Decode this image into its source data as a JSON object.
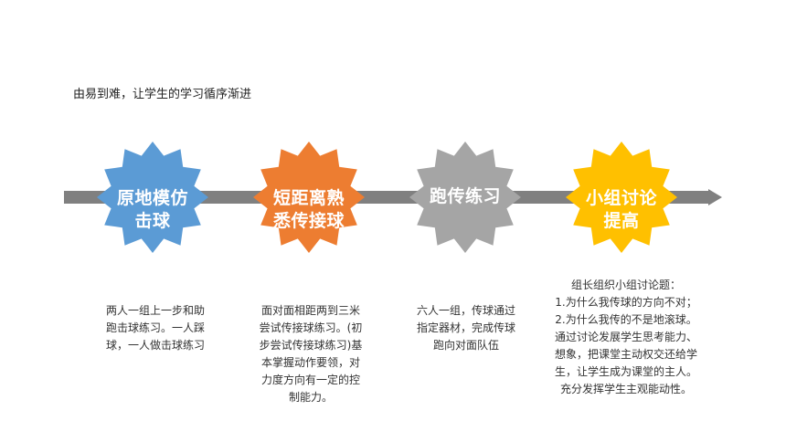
{
  "intro_text": "由易到难，让学生的学习循序渐进",
  "colors": {
    "arrow": "#808080",
    "steps": [
      "#5B9BD5",
      "#ED7D31",
      "#A5A5A5",
      "#FFC000"
    ]
  },
  "steps": [
    {
      "title": "原地模仿\n击球",
      "description": "两人一组上一步和助\n跑击球练习。一人踩\n球，一人做击球练习"
    },
    {
      "title": "短距离熟\n悉传接球",
      "description": "面对面相距两到三米\n尝试传接球练习。(初\n步尝试传接球练习)基\n本掌握动作要领，对\n力度方向有一定的控\n制能力。"
    },
    {
      "title": "跑传练习",
      "description": "六人一组，传球通过\n指定器材，完成传球\n跑向对面队伍"
    },
    {
      "title": "小组讨论\n提高",
      "description": "组长组织小组讨论题：\n1.为什么我传球的方向不对；\n2.为什么我传的不是地滚球。\n通过讨论发展学生思考能力、\n想象，把课堂主动权交还给学\n生，让学生成为课堂的主人。\n充分发挥学生主观能动性。"
    }
  ]
}
